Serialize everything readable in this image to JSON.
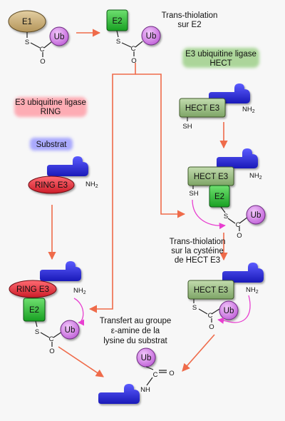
{
  "enzymes": {
    "e1": "E1",
    "e2": "E2",
    "ub": "Ub",
    "hect": "HECT E3",
    "ring": "RING E3"
  },
  "atoms": {
    "s": "S",
    "c": "C",
    "o": "O",
    "sh": "SH",
    "nh2": "NH",
    "nh2_sub": "2",
    "nh": "NH"
  },
  "labels": {
    "trans_thiolation_e2_line1": "Trans-thiolation",
    "trans_thiolation_e2_line2": "sur E2",
    "hect_ligase_line1": "E3 ubiquitine ligase",
    "hect_ligase_line2": "HECT",
    "ring_ligase_line1": "E3 ubiquitine ligase",
    "ring_ligase_line2": "RING",
    "substrat": "Substrat",
    "trans_thiolation_hect_line1": "Trans-thiolation",
    "trans_thiolation_hect_line2": "sur la cystéine",
    "trans_thiolation_hect_line3": "de HECT E3",
    "transfert_line1": "Transfert au groupe",
    "transfert_line2": "ε-amine de la",
    "transfert_line3": "lysine du substrat"
  },
  "colors": {
    "e1_fill": "#c9ad78",
    "e2_fill": "#36c23f",
    "ub_fill": "#d48ee6",
    "hect_fill": "#9fc28a",
    "ring_fill": "#ec3a45",
    "substrate_fill": "#2f2fe0",
    "arrow": "#ef6b4a",
    "transfer_arrow": "#e83fd0"
  }
}
